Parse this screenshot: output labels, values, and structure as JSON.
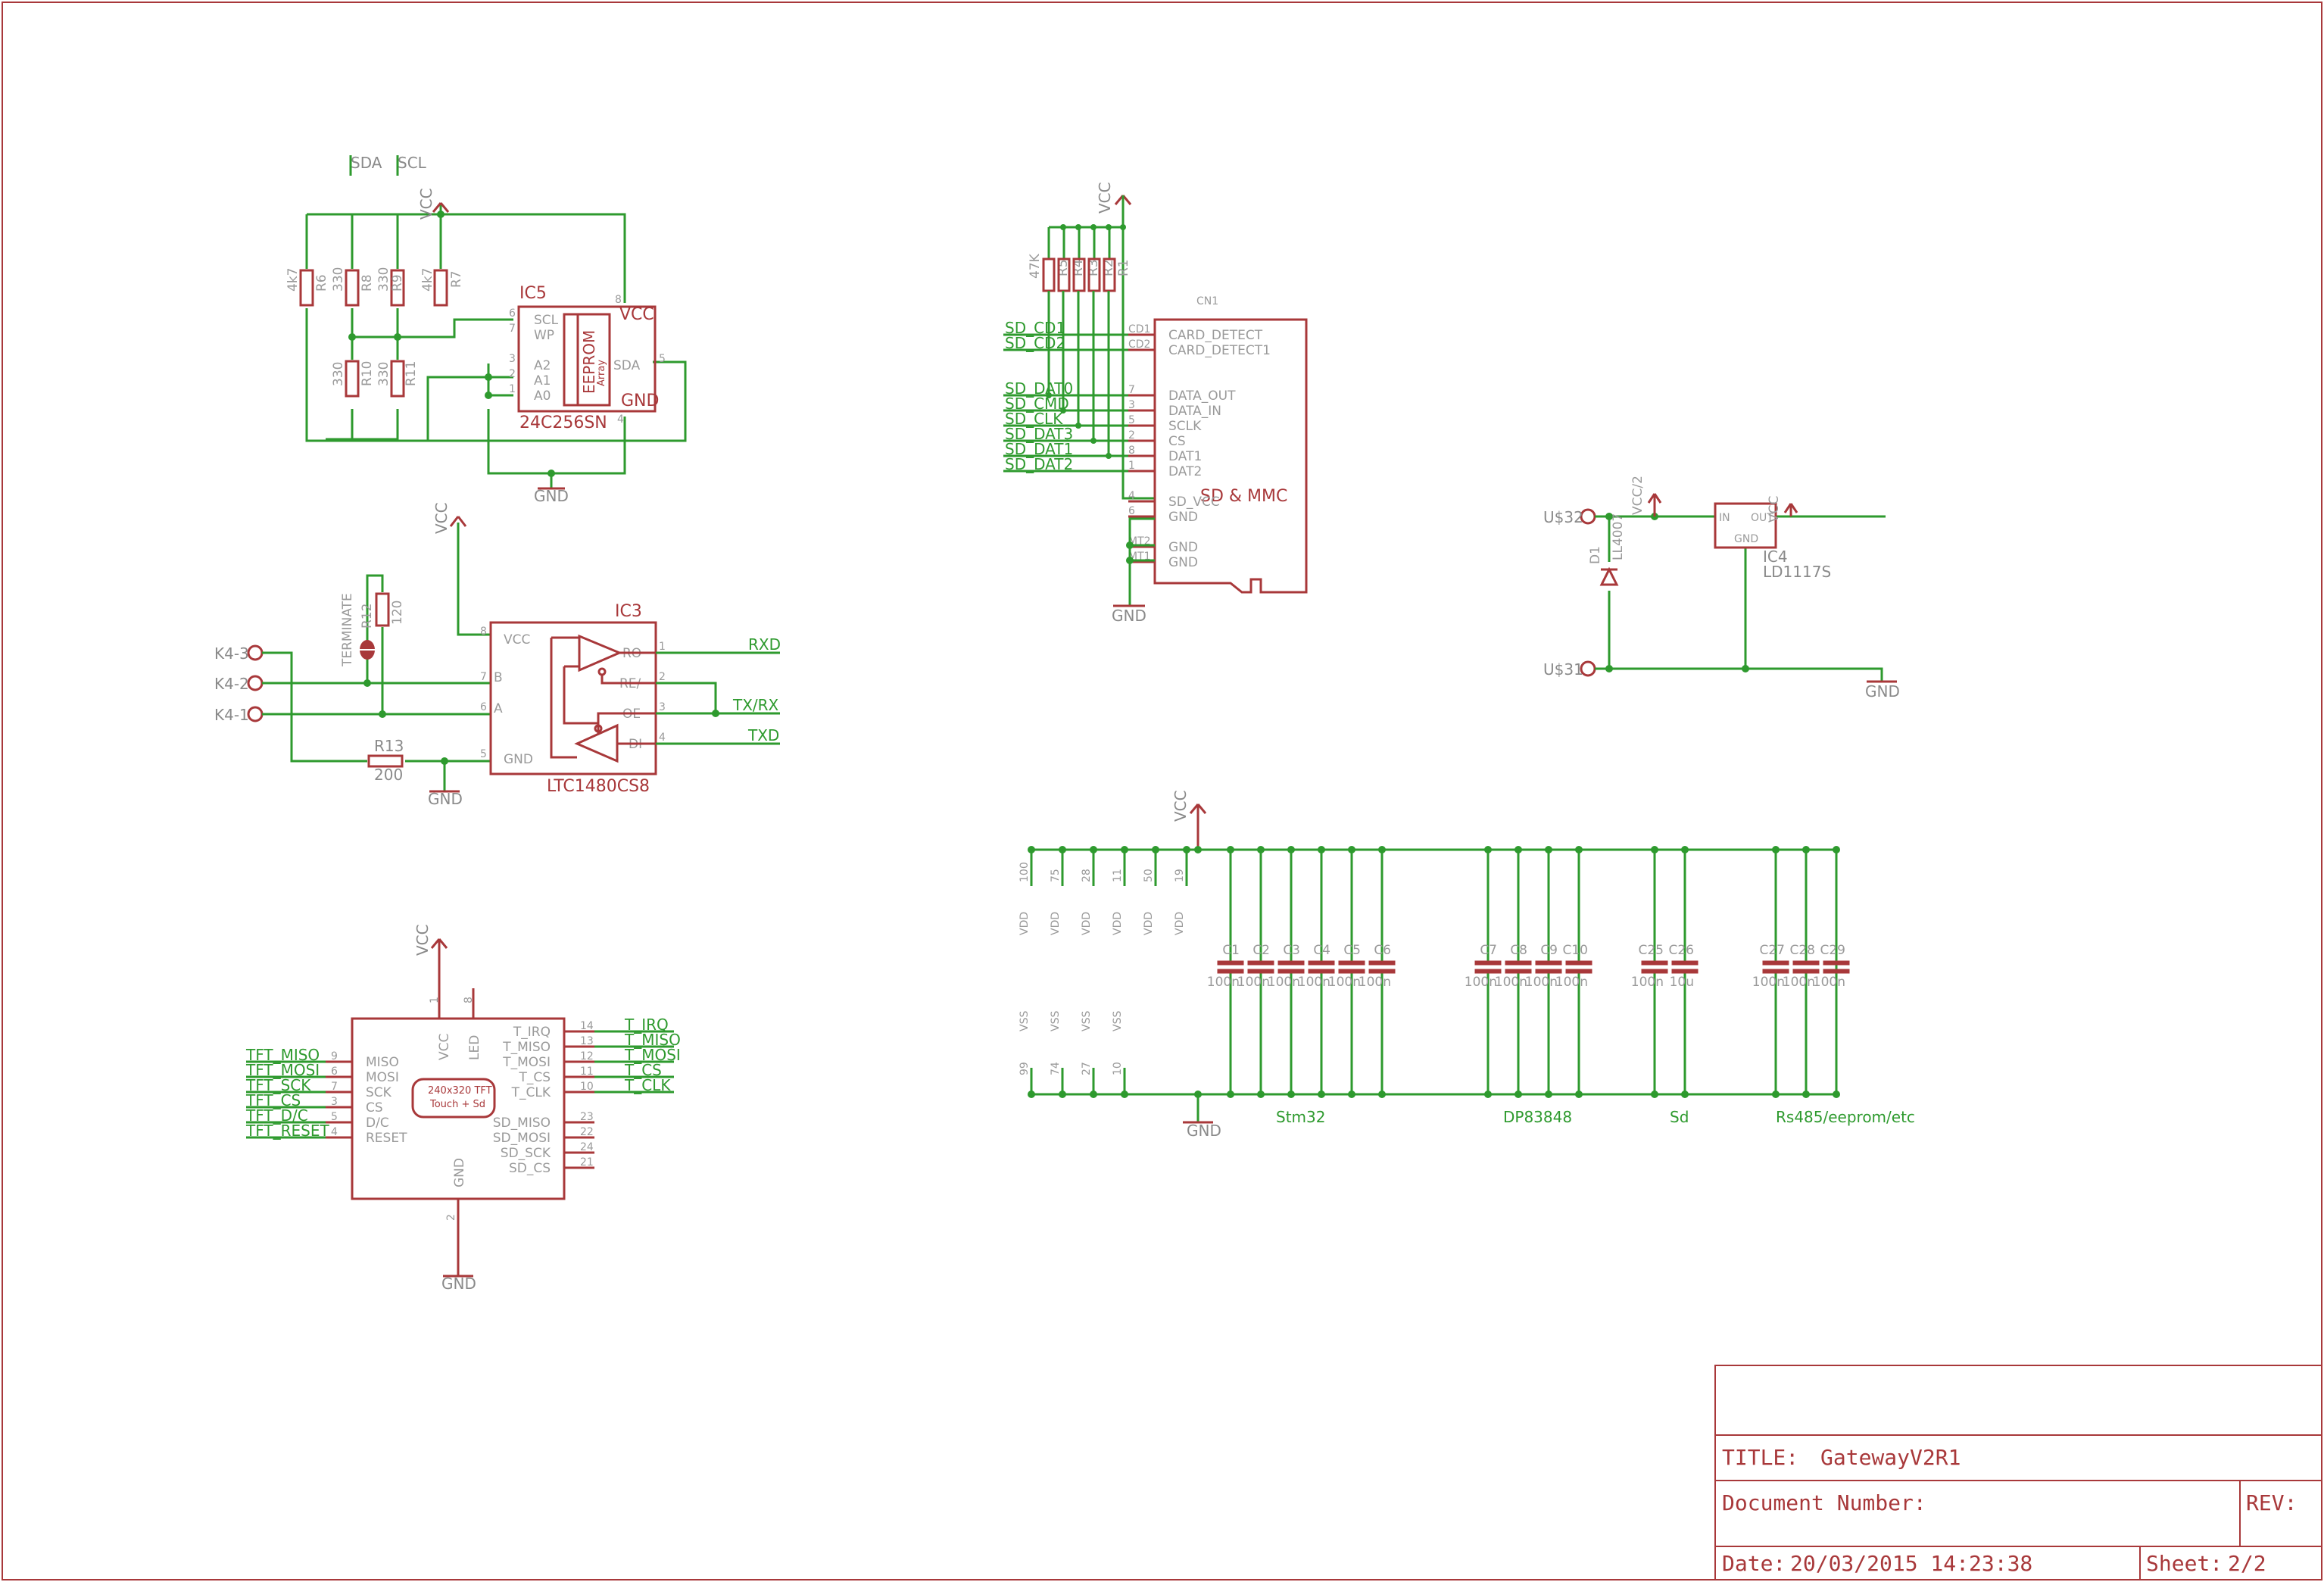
{
  "title_block": {
    "title_label": "TITLE:",
    "title_value": "GatewayV2R1",
    "doc_label": "Document Number:",
    "rev_label": "REV:",
    "date_label": "Date:",
    "date_value": "20/03/2015 14:23:38",
    "sheet_label": "Sheet:",
    "sheet_value": "2/2"
  },
  "eeprom": {
    "name": "IC5",
    "part": "24C256SN",
    "body1": "EEPROM",
    "body2": "Array",
    "pins": [
      "SCL",
      "WP",
      "A2",
      "A1",
      "A0",
      "SDA",
      "VCC",
      "GND"
    ],
    "pin_nums": [
      "6",
      "7",
      "3",
      "2",
      "1",
      "5",
      "8",
      "4"
    ],
    "net_sda": "SDA",
    "net_scl": "SCL",
    "vcc": "VCC",
    "gnd": "GND",
    "resistors": [
      {
        "name": "R6",
        "value": "4k7"
      },
      {
        "name": "R8",
        "value": "330"
      },
      {
        "name": "R9",
        "value": "330"
      },
      {
        "name": "R7",
        "value": "4k7"
      },
      {
        "name": "R10",
        "value": "330"
      },
      {
        "name": "R11",
        "value": "330"
      }
    ]
  },
  "rs485": {
    "name": "IC3",
    "part": "LTC1480CS8",
    "pins_left": [
      "VCC",
      "B",
      "A",
      "GND"
    ],
    "pins_left_nums": [
      "8",
      "7",
      "6",
      "5"
    ],
    "pins_right": [
      "RO",
      "RE/",
      "OE",
      "DI"
    ],
    "pins_right_nums": [
      "1",
      "2",
      "3",
      "4"
    ],
    "nets": [
      "RXD",
      "TX/RX",
      "TXD"
    ],
    "connectors": [
      "K4-3",
      "K4-2",
      "K4-1"
    ],
    "r12": {
      "name": "R12",
      "value": "120"
    },
    "r13": {
      "name": "R13",
      "value": "200"
    },
    "jumper": "TERMINATE",
    "vcc": "VCC",
    "gnd": "GND"
  },
  "tft": {
    "body1": "240x320 TFT",
    "body2": "Touch + Sd",
    "left_pins": [
      "MISO",
      "MOSI",
      "SCK",
      "CS",
      "D/C",
      "RESET"
    ],
    "left_nums": [
      "9",
      "6",
      "7",
      "3",
      "5",
      "4"
    ],
    "left_nets": [
      "TFT_MISO",
      "TFT_MOSI",
      "TFT_SCK",
      "TFT_CS",
      "TFT_D/C",
      "TFT_RESET"
    ],
    "right_pins": [
      "T_IRQ",
      "T_MISO",
      "T_MOSI",
      "T_CS",
      "T_CLK",
      "SD_MISO",
      "SD_MOSI",
      "SD_SCK",
      "SD_CS"
    ],
    "right_nums": [
      "14",
      "13",
      "12",
      "11",
      "10",
      "23",
      "22",
      "24",
      "21"
    ],
    "right_nets": [
      "T_IRQ",
      "T_MISO",
      "T_MOSI",
      "T_CS",
      "T_CLK"
    ],
    "top_pins": [
      "VCC",
      "LED"
    ],
    "top_nums": [
      "1",
      "8"
    ],
    "bottom_pin": "GND",
    "bottom_num": "2",
    "vcc": "VCC",
    "gnd": "GND"
  },
  "sdcard": {
    "name": "CN1",
    "title": "SD & MMC",
    "pins": [
      "CARD_DETECT",
      "CARD_DETECT1",
      "DATA_OUT",
      "DATA_IN",
      "SCLK",
      "CS",
      "DAT1",
      "DAT2",
      "SD_VCC",
      "GND",
      "GND",
      "GND"
    ],
    "pin_nums": [
      "CD1",
      "CD2",
      "7",
      "3",
      "5",
      "2",
      "8",
      "1",
      "4",
      "6",
      "MT2",
      "MT1"
    ],
    "nets": [
      "SD_CD1",
      "SD_CD2",
      "SD_DAT0",
      "SD_CMD",
      "SD_CLK",
      "SD_DAT3",
      "SD_DAT1",
      "SD_DAT2"
    ],
    "pullup": "47K",
    "resistor_names": [
      "R5",
      "R4",
      "R3",
      "R2",
      "R1"
    ],
    "vcc": "VCC",
    "gnd": "GND"
  },
  "regulator": {
    "name": "IC4",
    "part": "LD1117S",
    "pins": [
      "IN",
      "OUT",
      "GND"
    ],
    "diode": "D1",
    "diode_part": "LL4007",
    "connectors": [
      "U$32",
      "U$31"
    ],
    "net": "VCC/2",
    "vcc": "VCC",
    "gnd": "GND"
  },
  "decoupling": {
    "vdd_nums": [
      "100",
      "75",
      "28",
      "11",
      "50",
      "19"
    ],
    "vdd_label": "VDD",
    "vss_nums": [
      "99",
      "74",
      "27",
      "10"
    ],
    "vss_label": "VSS",
    "caps": [
      {
        "name": "C1",
        "value": "100n"
      },
      {
        "name": "C2",
        "value": "100n"
      },
      {
        "name": "C3",
        "value": "100n"
      },
      {
        "name": "C4",
        "value": "100n"
      },
      {
        "name": "C5",
        "value": "100n"
      },
      {
        "name": "C6",
        "value": "100n"
      },
      {
        "name": "C7",
        "value": "100n"
      },
      {
        "name": "C8",
        "value": "100n"
      },
      {
        "name": "C9",
        "value": "100n"
      },
      {
        "name": "C10",
        "value": "100n"
      },
      {
        "name": "C25",
        "value": "100n"
      },
      {
        "name": "C26",
        "value": "10u"
      },
      {
        "name": "C27",
        "value": "100n"
      },
      {
        "name": "C28",
        "value": "100n"
      },
      {
        "name": "C29",
        "value": "100n"
      }
    ],
    "groups": [
      "Stm32",
      "DP83848",
      "Sd",
      "Rs485/eeprom/etc"
    ],
    "vcc": "VCC",
    "gnd": "GND"
  }
}
